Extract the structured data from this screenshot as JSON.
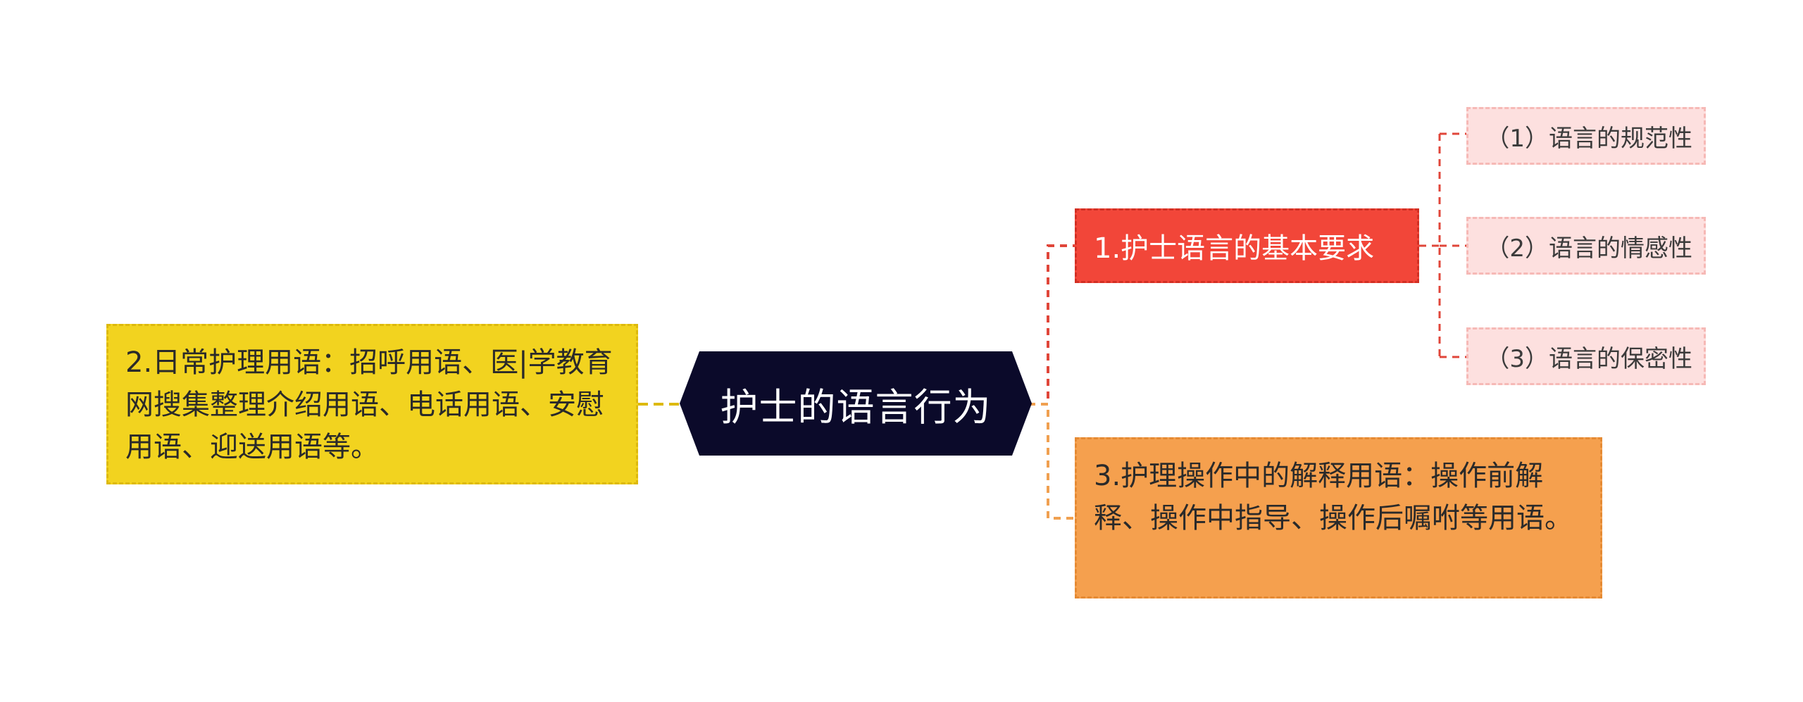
{
  "central": {
    "title": "护士的语言行为"
  },
  "left": {
    "text": "2.日常护理用语：招呼用语、医|学教育网搜集整理介绍用语、电话用语、安慰用语、迎送用语等。"
  },
  "branch1": {
    "title": "1.护士语言的基本要求",
    "children": [
      {
        "label": "（1）语言的规范性"
      },
      {
        "label": "（2）语言的情感性"
      },
      {
        "label": "（3）语言的保密性"
      }
    ]
  },
  "branch3": {
    "text": "3.护理操作中的解释用语：操作前解释、操作中指导、操作后嘱咐等用语。"
  },
  "colors": {
    "central": "#0b0a2a",
    "left": "#f2d31f",
    "branch1": "#f24639",
    "children": "#fde0df",
    "branch3": "#f5a04e"
  }
}
